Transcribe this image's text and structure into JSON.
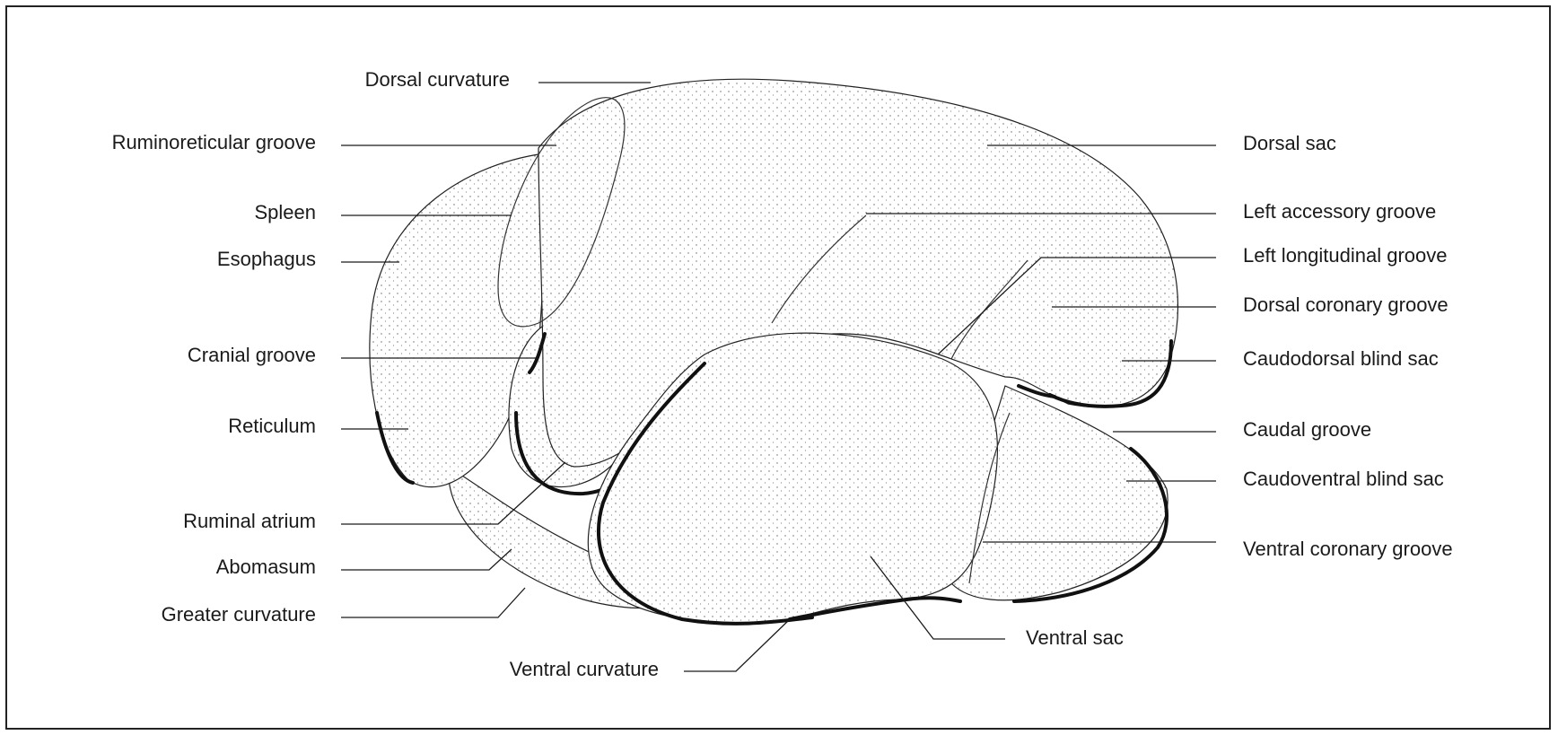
{
  "labels": {
    "dorsal_curvature": "Dorsal curvature",
    "ruminoreticular_groove": "Ruminoreticular groove",
    "spleen": "Spleen",
    "esophagus": "Esophagus",
    "cranial_groove": "Cranial groove",
    "reticulum": "Reticulum",
    "ruminal_atrium": "Ruminal atrium",
    "abomasum": "Abomasum",
    "greater_curvature": "Greater curvature",
    "ventral_curvature": "Ventral curvature",
    "ventral_sac": "Ventral sac",
    "dorsal_sac": "Dorsal sac",
    "left_accessory_groove": "Left accessory groove",
    "left_longitudinal_groove": "Left longitudinal groove",
    "dorsal_coronary_groove": "Dorsal coronary groove",
    "caudodorsal_blind_sac": "Caudodorsal blind sac",
    "caudal_groove": "Caudal groove",
    "caudoventral_blind_sac": "Caudoventral blind sac",
    "ventral_coronary_groove": "Ventral coronary groove"
  }
}
